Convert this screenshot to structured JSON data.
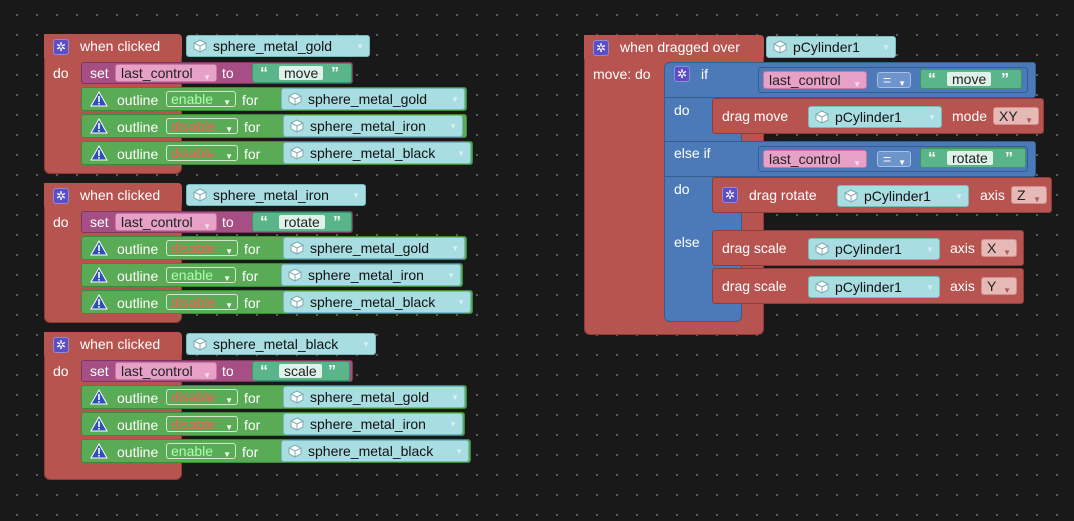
{
  "script1": {
    "event": "when clicked",
    "target": "sphere_metal_gold",
    "do": "do",
    "set": "set",
    "variable": "last_control",
    "to": "to",
    "value": "move",
    "rows": [
      {
        "kw": "outline",
        "state": "enable",
        "for": "for",
        "obj": "sphere_metal_gold"
      },
      {
        "kw": "outline",
        "state": "disable",
        "for": "for",
        "obj": "sphere_metal_iron"
      },
      {
        "kw": "outline",
        "state": "disable",
        "for": "for",
        "obj": "sphere_metal_black"
      }
    ]
  },
  "script2": {
    "event": "when clicked",
    "target": "sphere_metal_iron",
    "do": "do",
    "set": "set",
    "variable": "last_control",
    "to": "to",
    "value": "rotate",
    "rows": [
      {
        "kw": "outline",
        "state": "disable",
        "for": "for",
        "obj": "sphere_metal_gold"
      },
      {
        "kw": "outline",
        "state": "enable",
        "for": "for",
        "obj": "sphere_metal_iron"
      },
      {
        "kw": "outline",
        "state": "disable",
        "for": "for",
        "obj": "sphere_metal_black"
      }
    ]
  },
  "script3": {
    "event": "when clicked",
    "target": "sphere_metal_black",
    "do": "do",
    "set": "set",
    "variable": "last_control",
    "to": "to",
    "value": "scale",
    "rows": [
      {
        "kw": "outline",
        "state": "disable",
        "for": "for",
        "obj": "sphere_metal_gold"
      },
      {
        "kw": "outline",
        "state": "disable",
        "for": "for",
        "obj": "sphere_metal_iron"
      },
      {
        "kw": "outline",
        "state": "enable",
        "for": "for",
        "obj": "sphere_metal_black"
      }
    ]
  },
  "drag": {
    "event": "when dragged over",
    "target": "pCylinder1",
    "move_do": "move: do",
    "if": "if",
    "variable": "last_control",
    "eq": "=",
    "cond1_value": "move",
    "do1": "do",
    "drag_move": "drag move",
    "move_obj": "pCylinder1",
    "mode_label": "mode",
    "mode_value": "XY",
    "else_if": "else if",
    "cond2_value": "rotate",
    "do2": "do",
    "drag_rotate": "drag rotate",
    "rotate_obj": "pCylinder1",
    "axis_label": "axis",
    "rotate_axis": "Z",
    "else": "else",
    "drag_scale": "drag scale",
    "scale1_obj": "pCylinder1",
    "scale1_axis": "X",
    "scale2_obj": "pCylinder1",
    "scale2_axis": "Y"
  },
  "colors": {
    "background": "#191919",
    "event_block": "#b85450",
    "set_block": "#a64f84",
    "outline_block": "#5aab55",
    "if_block": "#4c7ab8",
    "object_reporter": "#a8dde2",
    "string_block": "#5ab58a",
    "enable_text": "#a9ffb0",
    "disable_text": "#ff5a5a"
  },
  "icons": {
    "event": "gear-icon",
    "object": "cube-icon",
    "outline": "warning-icon",
    "dropdown": "chevron-down-icon"
  }
}
